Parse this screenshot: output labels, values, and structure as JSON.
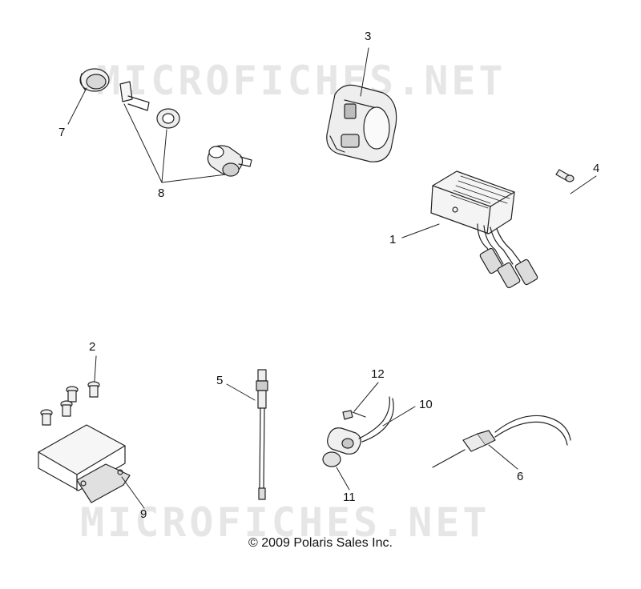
{
  "watermark": {
    "top": "MICROFICHES.NET",
    "bottom": "MICROFICHES.NET"
  },
  "callouts": [
    "1",
    "2",
    "3",
    "4",
    "5",
    "6",
    "7",
    "8",
    "9",
    "10",
    "11",
    "12"
  ],
  "copyright": "© 2009 Polaris Sales Inc."
}
